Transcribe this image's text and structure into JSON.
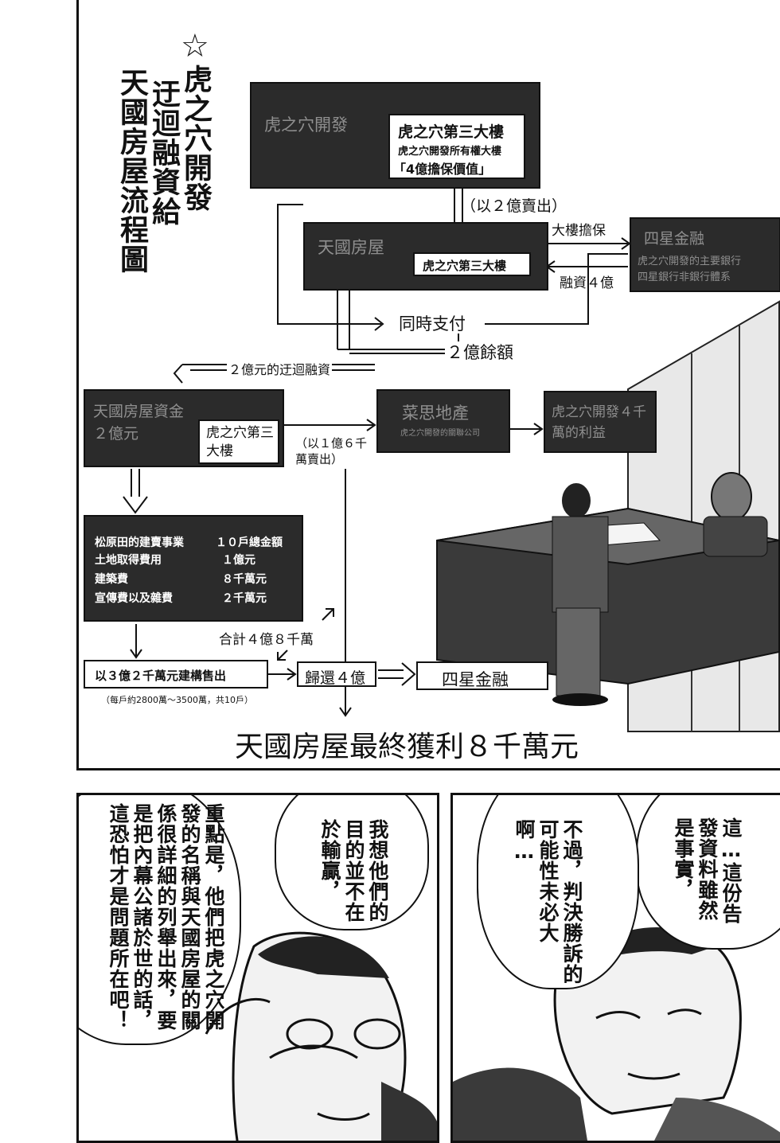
{
  "title": {
    "star": "☆",
    "col1": "虎之穴開發",
    "col2": "迂迴融資給",
    "col3": "天國房屋流程圖"
  },
  "flow": {
    "top_company": "虎之穴開發",
    "building": {
      "name": "虎之穴第三大樓",
      "owner": "虎之穴開發所有權大樓",
      "value": "「4億擔保價值」"
    },
    "sold_for_2": "（以２億賣出）",
    "tengoku": "天國房屋",
    "building_short": "虎之穴第三大樓",
    "collateral": "大樓擔保",
    "financing": "融資４億",
    "yotsuboshi": {
      "name": "四星金融",
      "desc1": "虎之穴開發的主要銀行",
      "desc2": "四星銀行非銀行體系"
    },
    "pay_same_time": "同時支付",
    "remaining": "２億餘額",
    "detour": "２億元的迂迴融資",
    "funds": "天國房屋資金２億元",
    "building_left": "虎之穴第三大樓",
    "sold_16": "（以１億６千萬賣出）",
    "nasu": "菜思地產",
    "nasu_sub": "虎之穴開發的關聯公司",
    "profit": "虎之穴開發４千萬的利益",
    "project": {
      "header_left": "松原田的建賣事業",
      "header_right": "１０戶總金額",
      "rows": [
        {
          "item": "土地取得費用",
          "amount": "１億元"
        },
        {
          "item": "建築費",
          "amount": "８千萬元"
        },
        {
          "item": "宣傳費以及雜費",
          "amount": "２千萬元"
        }
      ]
    },
    "total": "合計４億８千萬",
    "sold_32": "以３億２千萬元建構售出",
    "per_unit": "（每戶約2800萬～3500萬，共10戶）",
    "return": "歸還４億",
    "yotsuboshi2": "四星金融",
    "final": "天國房屋最終獲利８千萬元"
  },
  "bubbles": {
    "left_a": [
      "重點是，他們把虎之穴開",
      "發的名稱與天國房屋的關",
      "係很詳細的列舉出來，要",
      "是把內幕公諸於世的話，",
      "這恐怕才是問題所在吧！"
    ],
    "left_b": [
      "我想他們的",
      "目的並不在",
      "於輸贏，"
    ],
    "right_a": [
      "這…這份告",
      "發資料雖然",
      "是事實，"
    ],
    "right_b": [
      "不過，判決勝訴的",
      "可能性未必大啊…"
    ]
  }
}
